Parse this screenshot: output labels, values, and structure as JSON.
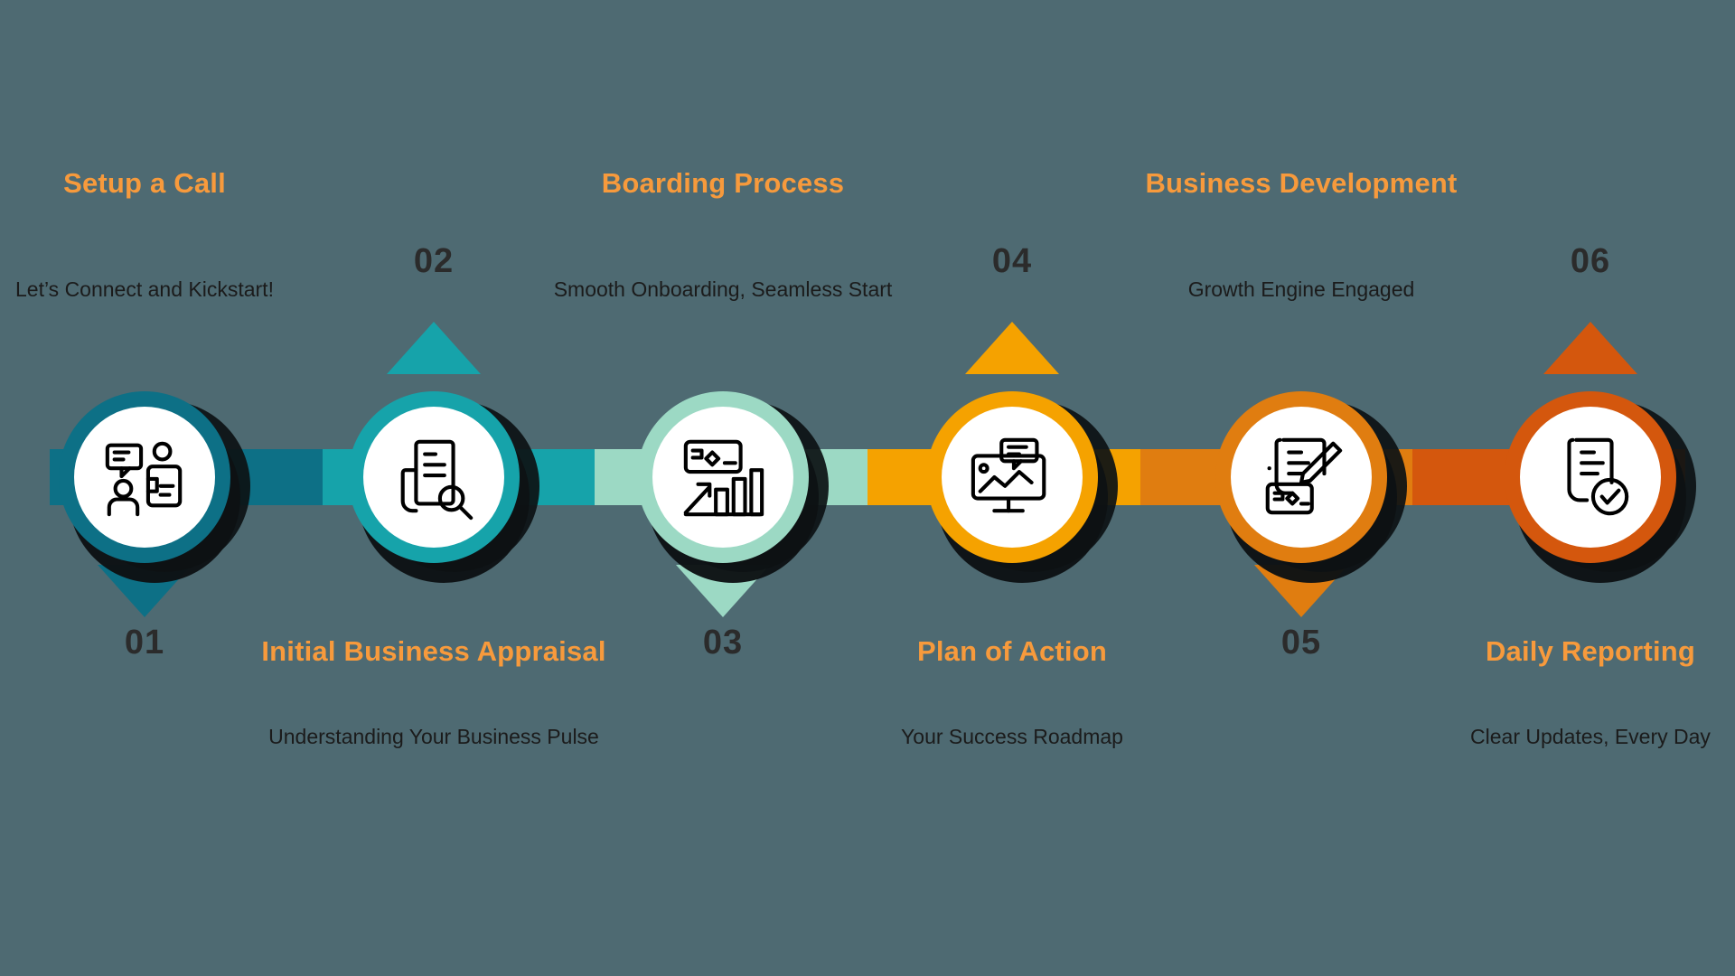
{
  "background_color": "#4e6a72",
  "accent_title_color": "#f79a3c",
  "body_text_color": "#1b1b1b",
  "number_color": "#2b2b2b",
  "steps": [
    {
      "number": "01",
      "title": "Setup a Call",
      "subtitle": "Let’s Connect and Kickstart!",
      "ring_color": "#0d7086",
      "bar_color": "#0d7086",
      "icon": "chat-people-icon",
      "side": "top"
    },
    {
      "number": "02",
      "title": "Initial Business Appraisal",
      "subtitle": "Understanding Your Business Pulse",
      "ring_color": "#16a3aa",
      "bar_color": "#16a3aa",
      "icon": "document-search-icon",
      "side": "bottom"
    },
    {
      "number": "03",
      "title": "Boarding Process",
      "subtitle": "Smooth Onboarding, Seamless Start",
      "ring_color": "#9cd9c4",
      "bar_color": "#9cd9c4",
      "icon": "growth-chart-icon",
      "side": "top"
    },
    {
      "number": "04",
      "title": "Plan of Action",
      "subtitle": "Your Success Roadmap",
      "ring_color": "#f5a200",
      "bar_color": "#f5a200",
      "icon": "monitor-presentation-icon",
      "side": "bottom"
    },
    {
      "number": "05",
      "title": "Business Development",
      "subtitle": "Growth Engine Engaged",
      "ring_color": "#e07d10",
      "bar_color": "#e07d10",
      "icon": "document-edit-card-icon",
      "side": "top"
    },
    {
      "number": "06",
      "title": "Daily Reporting",
      "subtitle": "Clear Updates, Every Day",
      "ring_color": "#d4570d",
      "bar_color": "#d4570d",
      "icon": "document-check-icon",
      "side": "bottom"
    }
  ]
}
